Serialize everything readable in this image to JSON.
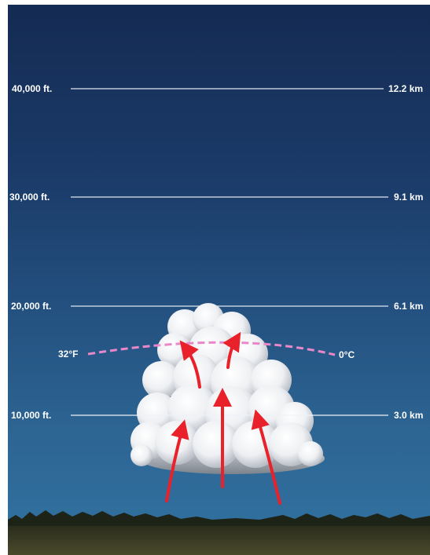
{
  "altitude_lines": [
    {
      "feet": "40,000 ft.",
      "km": "12.2 km"
    },
    {
      "feet": "30,000 ft.",
      "km": "9.1 km"
    },
    {
      "feet": "20,000 ft.",
      "km": "6.1 km"
    },
    {
      "feet": "10,000 ft.",
      "km": "3.0 km"
    }
  ],
  "freezing_level": {
    "left_label": "32°F",
    "right_label": "0°C",
    "color": "#e888c8"
  },
  "colors": {
    "arrow": "#e8212a",
    "sky_top": "#142b53",
    "sky_bottom": "#3273a2",
    "ground": "#3a3c23"
  },
  "icons": [
    "updraft-arrow"
  ]
}
